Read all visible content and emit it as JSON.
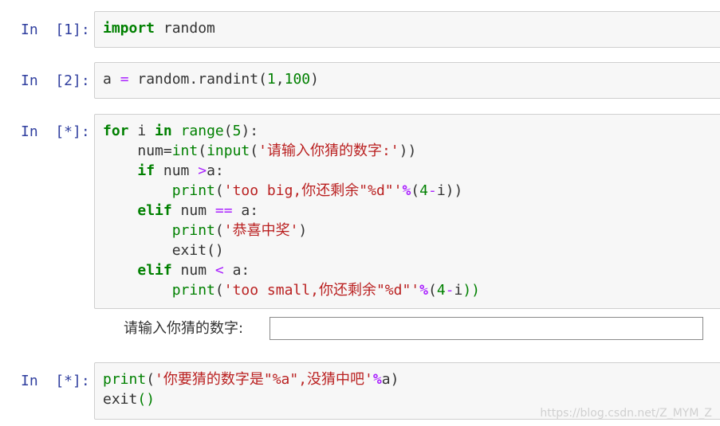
{
  "cells": [
    {
      "prompt": "In  [1]:"
    },
    {
      "prompt": "In  [2]:"
    },
    {
      "prompt": "In  [*]:"
    },
    {
      "prompt": "In  [*]:"
    }
  ],
  "stdin": {
    "label": "请输入你猜的数字:",
    "value": ""
  },
  "watermark": "https://blog.csdn.net/Z_MYM_Z",
  "tokens": {
    "import": "import",
    "random": " random",
    "a": "a ",
    "eq": "=",
    "random_randint": " random.randint(",
    "one": "1",
    "comma": ",",
    "hundred": "100",
    "rparen": ")",
    "for": "for",
    "i": " i ",
    "in": "in",
    "range": "range",
    "lp": "(",
    "five": "5",
    "colon_close": "):",
    "indent4": "    ",
    "indent8": "        ",
    "num_eq": "num=",
    "int": "int",
    "input": "input",
    "prompt_str": "'请输入你猜的数字:'",
    "close2": "))",
    "if": "if",
    "num_sp": " num ",
    "gt": ">",
    "a_colon": "a:",
    "print": "print",
    "str_big": "'too big,你还剩余\"%d\"'",
    "pct": "%",
    "four": "4",
    "minus": "-",
    "i_rp": "i))",
    "elif": "elif",
    "eqeq": "==",
    "sp_a_colon": " a:",
    "str_win": "'恭喜中奖'",
    "rp": ")",
    "exit": "exit",
    "parens": "()",
    "lt": "<",
    "str_small": "'too small,你还剩余\"%d\"'",
    "i_plain": "i",
    "str_final": "'你要猜的数字是\"%a\",没猜中吧'",
    "a_rp": "a)"
  }
}
